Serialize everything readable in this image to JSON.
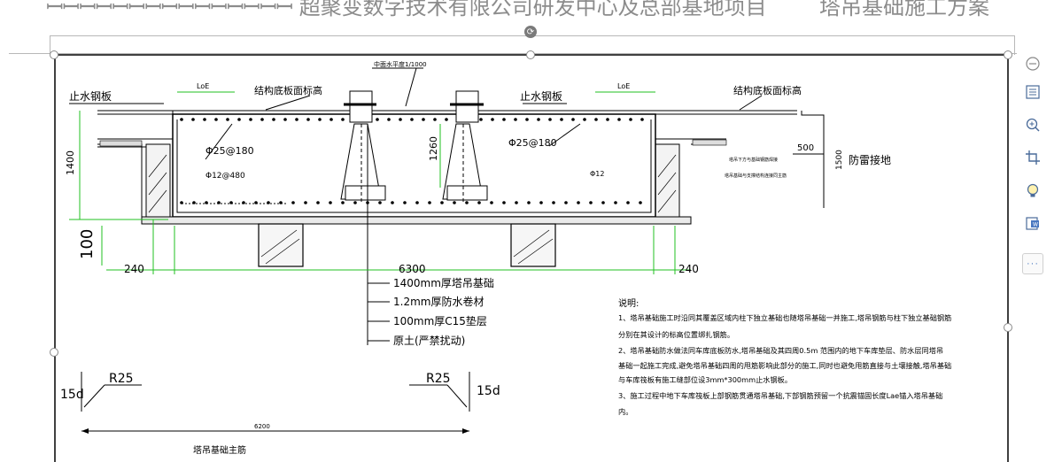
{
  "header": {
    "marks": "ꟷꟷꟷꟷꟷꟷꟷꟷꟷꟷꟷꟷꟷꟷꟷ",
    "title": "超聚变数字技术有限公司研发中心及总部基地项目",
    "subtitle": "塔吊基础施工方案"
  },
  "drawing": {
    "top_label": "中面水平度1/1000",
    "left_waterstop": "止水钢板",
    "right_waterstop": "止水钢板",
    "loe_left": "LoE",
    "loe_right": "LoE",
    "elev_left": "结构底板面标高",
    "elev_right": "结构底板面标高",
    "rebar_main_left": "Φ25@180",
    "rebar_main_right": "Φ25@180",
    "rebar_stirrup": "Φ12@480",
    "rebar_phi12": "Φ12",
    "dim_1400": "1400",
    "dim_1260": "1260",
    "dim_500": "500",
    "dim_1500": "1500",
    "fence_label": "防雷接地",
    "dim_100": "100",
    "dim_240_left": "240",
    "dim_6300": "6300",
    "dim_240_right": "240",
    "note_right_1": "塔吊下方与基础钢筋焊接",
    "note_right_2": "塔吊基础与支撑结构连接同主筋",
    "layers": [
      "1400mm厚塔吊基础",
      "1.2mm厚防水卷材",
      "100mm厚C15垫层",
      "原土(严禁扰动)"
    ],
    "r25_left": "R25",
    "r25_right": "R25",
    "d15_left": "15d",
    "d15_right": "15d",
    "dim_6200": "6200",
    "bottom_caption": "塔吊基础主筋",
    "bottom_marks": "40"
  },
  "notes": {
    "title": "说明:",
    "lines": [
      "1、塔吊基础施工时沿同其覆盖区域内柱下独立基础也随塔吊基础一并施工,塔吊钢筋与柱下独立基础钢筋",
      "分别在其设计的标高位置绑扎钢筋。",
      "2、塔吊基础防水做法同车库底板防水,塔吊基础及其四周0.5m 范围内的地下车库垫层、防水层同塔吊",
      "基础一起施工完成,避免塔吊基础四周的甩筋影响此部分的施工,同时也避免甩筋直接与土壤接触,塔吊基础",
      "与车库筏板有施工缝部位设3mm*300mm止水钢板。",
      "3、施工过程中地下车库筏板上部钢筋贯通塔吊基础,下部钢筋预留一个抗震锚固长度Lae锚入塔吊基础",
      "内。"
    ]
  },
  "toolbar": {
    "items": [
      "collapse",
      "extract-text",
      "zoom",
      "crop",
      "effects",
      "to-word",
      "more"
    ],
    "more_label": "···"
  },
  "colors": {
    "dimension_green": "#20c020",
    "header_gray": "#8c8c8c",
    "toolbar_blue": "#4a6b9a"
  }
}
